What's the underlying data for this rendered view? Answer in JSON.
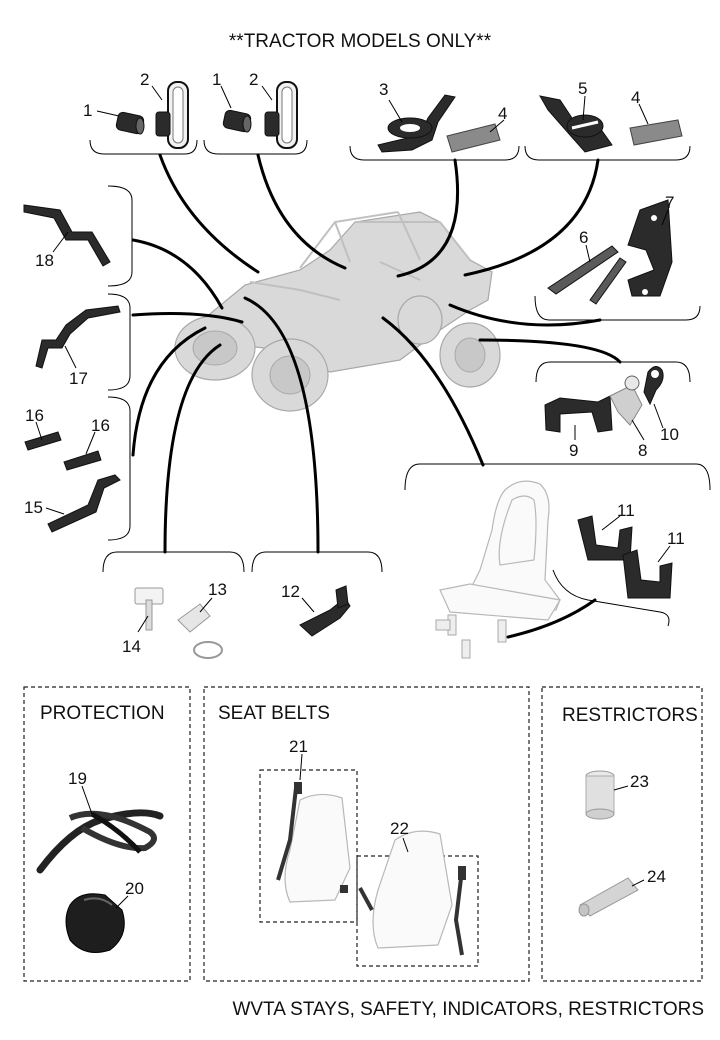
{
  "header": {
    "title": "**TRACTOR MODELS ONLY**"
  },
  "footer": {
    "title": "WVTA STAYS, SAFETY, INDICATORS, RESTRICTORS"
  },
  "sections": {
    "protection": "PROTECTION",
    "seat_belts": "SEAT BELTS",
    "restrictors": "RESTRICTORS"
  },
  "callouts": {
    "c1a": "1",
    "c2a": "2",
    "c1b": "1",
    "c2b": "2",
    "c3": "3",
    "c4a": "4",
    "c5": "5",
    "c4b": "4",
    "c6": "6",
    "c7": "7",
    "c18": "18",
    "c17": "17",
    "c16a": "16",
    "c16b": "16",
    "c15": "15",
    "c9": "9",
    "c8": "8",
    "c10": "10",
    "c11a": "11",
    "c11b": "11",
    "c14": "14",
    "c13": "13",
    "c12": "12",
    "c19": "19",
    "c20": "20",
    "c21": "21",
    "c22": "22",
    "c23": "23",
    "c24": "24"
  }
}
